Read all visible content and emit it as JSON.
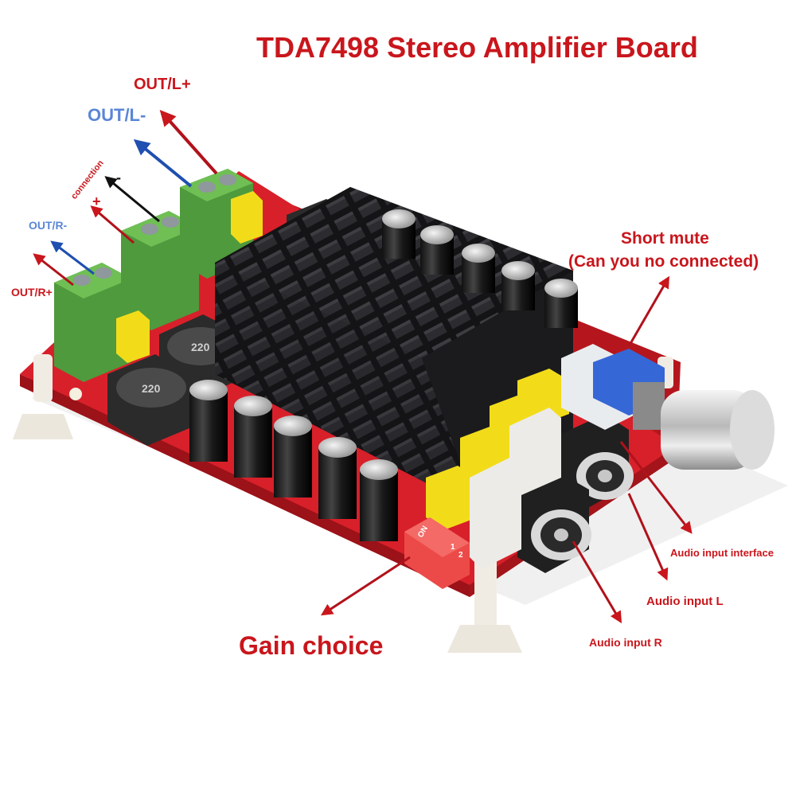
{
  "title": "TDA7498  Stereo Amplifier Board",
  "labels": {
    "out_l_plus": "OUT/L+",
    "out_l_minus": "OUT/L-",
    "connection": "connection",
    "plus": "+",
    "minus": "-",
    "out_r_minus": "OUT/R-",
    "out_r_plus": "OUT/R+",
    "short_mute": "Short mute",
    "short_mute_note": "(Can you no connected)",
    "audio_input_interface": "Audio input interface",
    "audio_input_l": "Audio input L",
    "audio_input_r": "Audio input R",
    "gain_choice": "Gain choice"
  },
  "component_markings": {
    "inductor": "220",
    "dip_switch": [
      "ON",
      "1",
      "2"
    ]
  },
  "colors": {
    "label_red": "#c9161c",
    "label_blue": "#5b86d6",
    "pcb_red": "#d8202a",
    "terminal_green": "#4f9a3c",
    "heatsink_black": "#1b1b1d",
    "capacitor_yellow": "#f2dc1a"
  }
}
